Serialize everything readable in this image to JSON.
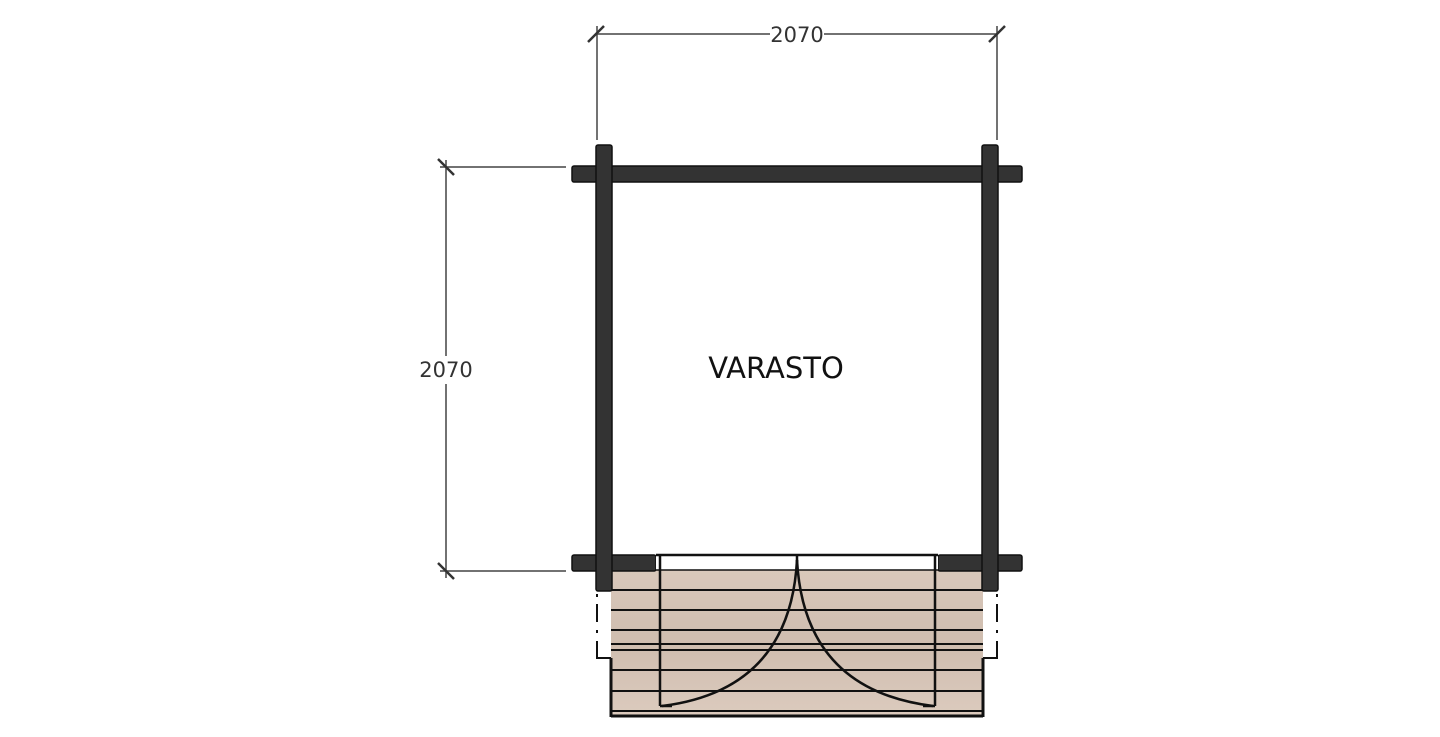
{
  "drawing": {
    "type": "floor-plan",
    "room_label": "VARASTO",
    "dimensions": {
      "width_label": "2070",
      "depth_label": "2070"
    },
    "elements": {
      "walls": "log-wall cross corners",
      "door": "double door with swing arcs",
      "terrace": "wooden deck boards"
    },
    "colors": {
      "wall": "#333333",
      "wall_outline": "#111111",
      "deck": "#d6c4b6",
      "deck_line": "#111111",
      "dimension_line": "#444444",
      "background": "#ffffff"
    }
  }
}
